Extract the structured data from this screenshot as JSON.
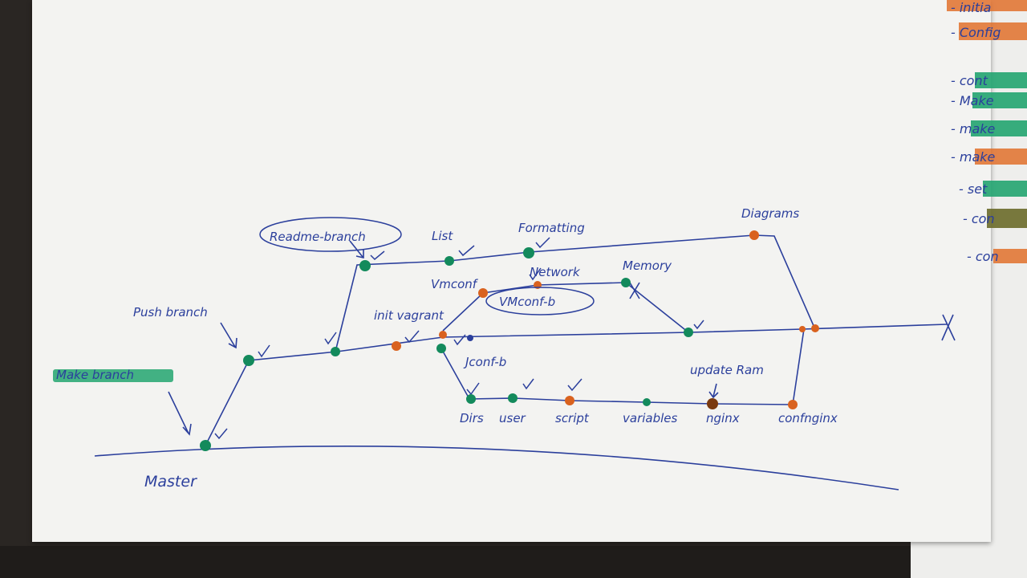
{
  "diagram": {
    "labels": {
      "readme_branch": "Readme-branch",
      "list": "List",
      "formatting": "Formatting",
      "diagrams": "Diagrams",
      "vmconf": "Vmconf",
      "network": "Network",
      "memory": "Memory",
      "vmconf_b": "VMconf-b",
      "init_vagrant": "init vagrant",
      "push_branch": "Push branch",
      "make_branch": "Make branch",
      "jconf_b": "Jconf-b",
      "update_ram": "update Ram",
      "dirs": "Dirs",
      "user": "user",
      "script": "script",
      "variables": "variables",
      "nginx": "nginx",
      "confnginx": "confnginx",
      "master": "Master"
    },
    "side_notes": [
      "- initia",
      "- Config",
      "- cont",
      "- Make",
      "- make",
      "- make",
      "- set",
      "- con",
      "- con"
    ],
    "colors": {
      "ink": "#2b3f9c",
      "green_node": "#138a5c",
      "orange_node": "#d9621f",
      "highlight_green": "#22a470",
      "highlight_orange": "#e0702c"
    }
  }
}
